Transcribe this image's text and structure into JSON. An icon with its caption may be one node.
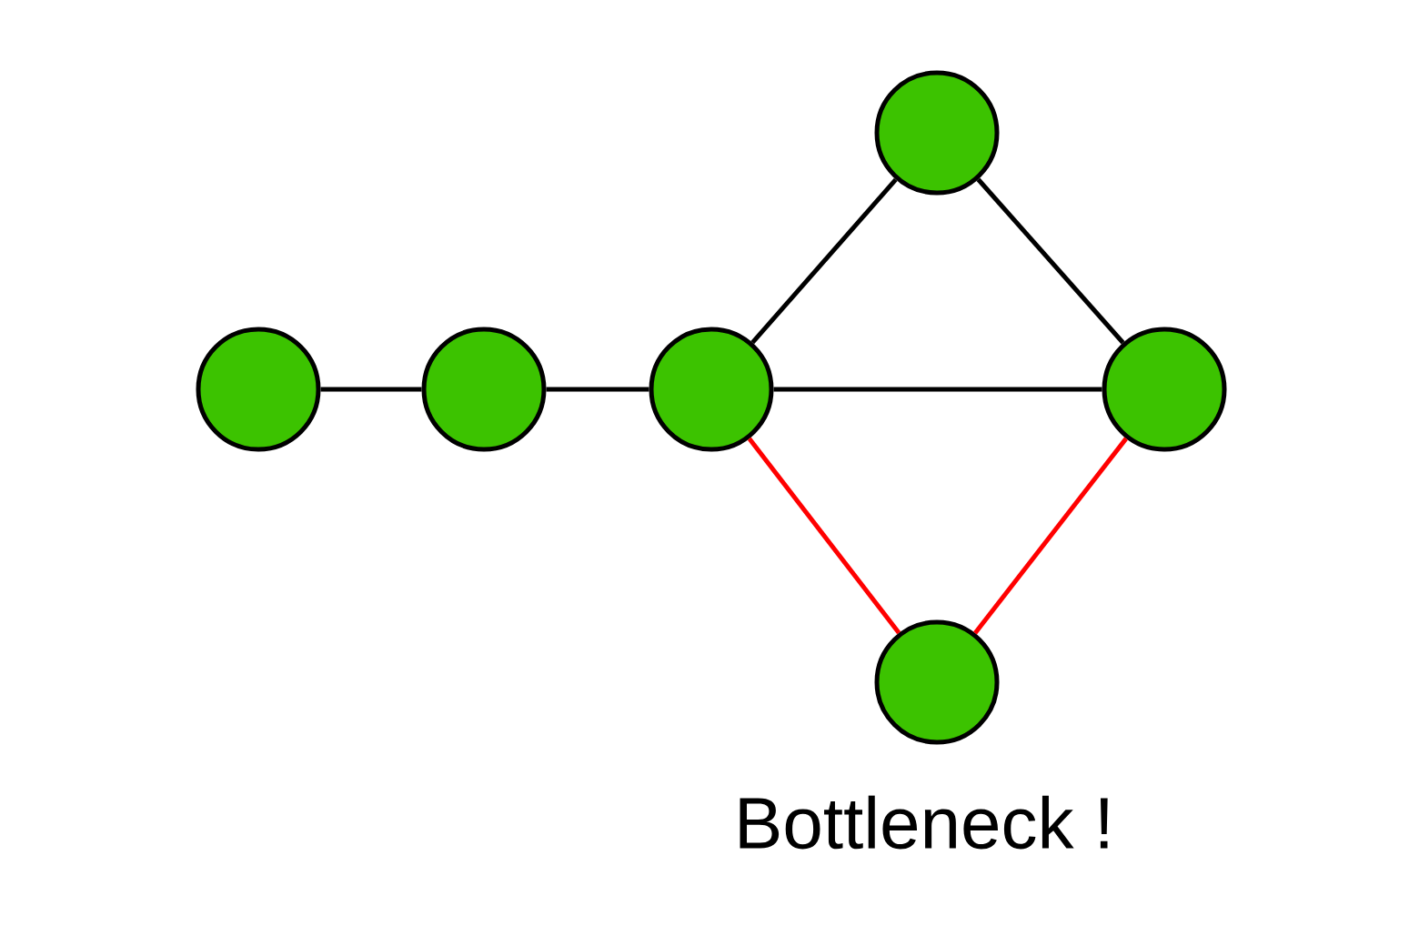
{
  "diagram": {
    "nodes": [
      {
        "text": [],
        "shape": "circle"
      },
      {
        "text": [],
        "shape": "circle"
      },
      {
        "text": [],
        "shape": "circle"
      },
      {
        "text": [],
        "shape": "circle"
      },
      {
        "text": [],
        "shape": "circle"
      },
      {
        "text": [],
        "shape": "circle"
      }
    ],
    "edges": [
      {
        "from": 0,
        "to": 1,
        "arrow": "none"
      },
      {
        "from": 1,
        "to": 2,
        "arrow": "none"
      },
      {
        "from": 2,
        "to": 3,
        "arrow": "none"
      },
      {
        "from": 3,
        "to": 4,
        "arrow": "none"
      },
      {
        "from": 2,
        "to": 4,
        "arrow": "none"
      },
      {
        "from": 2,
        "to": 5,
        "arrow": "none",
        "color": "#ff0000"
      },
      {
        "from": 5,
        "to": 4,
        "arrow": "none",
        "color": "#ff0000"
      }
    ],
    "labels": [
      "Bottleneck !"
    ]
  }
}
